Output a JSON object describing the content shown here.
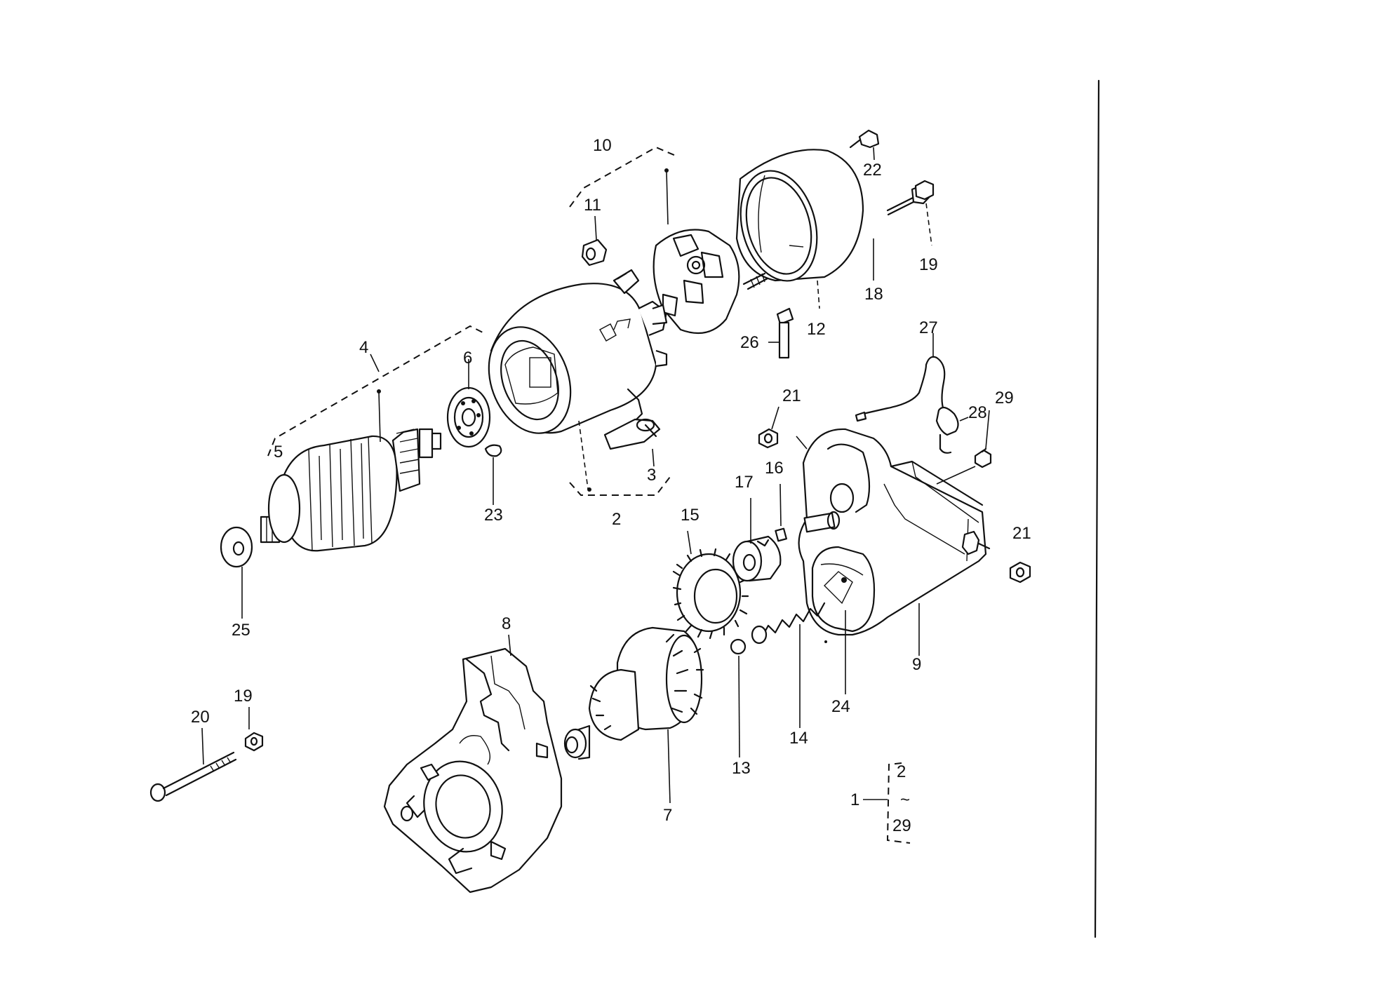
{
  "labels": {
    "p1": "1",
    "p2": "2",
    "p3": "3",
    "p4": "4",
    "p5": "5",
    "p6": "6",
    "p7": "7",
    "p8": "8",
    "p9": "9",
    "p10": "10",
    "p11": "11",
    "p12": "12",
    "p13": "13",
    "p14": "14",
    "p15": "15",
    "p16": "16",
    "p17": "17",
    "p18": "18",
    "p19a": "19",
    "p19b": "19",
    "p20": "20",
    "p21a": "21",
    "p21b": "21",
    "p22": "22",
    "p23": "23",
    "p24": "24",
    "p25": "25",
    "p26": "26",
    "p27": "27",
    "p28": "28",
    "p29": "29"
  },
  "legend": {
    "from": "2",
    "tilde": "~",
    "to": "29"
  }
}
